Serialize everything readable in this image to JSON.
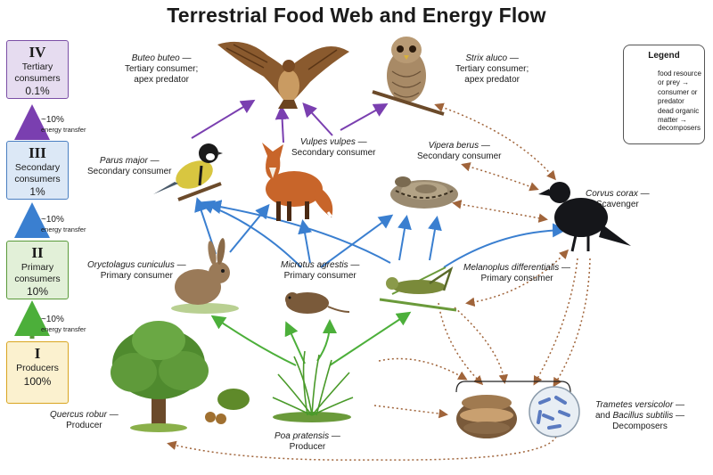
{
  "title": "Terrestrial Food Web and Energy Flow",
  "levels": [
    {
      "numeral": "IV",
      "name": "Tertiary consumers",
      "percent": "0.1%",
      "color": "#7b4fa6",
      "fill": "#e6dcf0"
    },
    {
      "numeral": "III",
      "name": "Secondary consumers",
      "percent": "1%",
      "color": "#4a7fc1",
      "fill": "#dce8f6"
    },
    {
      "numeral": "II",
      "name": "Primary consumers",
      "percent": "10%",
      "color": "#5a9a3a",
      "fill": "#e2f0d8"
    },
    {
      "numeral": "I",
      "name": "Producers",
      "percent": "100%",
      "color": "#d9a520",
      "fill": "#fbf1cf"
    }
  ],
  "efficiency": [
    {
      "value": "~10%",
      "note": "energy transfer"
    },
    {
      "value": "~10%",
      "note": "energy transfer"
    },
    {
      "value": "~10%",
      "note": "energy transfer"
    }
  ],
  "species": {
    "buteo": {
      "name": "Buteo buteo",
      "role1": "Tertiary consumer;",
      "role2": "apex predator"
    },
    "strix": {
      "name": "Strix aluco",
      "role1": "Tertiary consumer;",
      "role2": "apex predator"
    },
    "parus": {
      "name": "Parus major",
      "role1": "Secondary consumer"
    },
    "vulpes": {
      "name": "Vulpes vulpes",
      "role1": "Secondary consumer"
    },
    "vipera": {
      "name": "Vipera berus",
      "role1": "Secondary consumer"
    },
    "corvus": {
      "name": "Corvus corax",
      "role1": "Scavenger"
    },
    "oryctolagus": {
      "name": "Oryctolagus cuniculus",
      "role1": "Primary consumer"
    },
    "microtus": {
      "name": "Microtus agrestis",
      "role1": "Primary consumer"
    },
    "melanoplus": {
      "name": "Melanoplus differentialis",
      "role1": "Primary consumer"
    },
    "quercus": {
      "name": "Quercus robur",
      "role1": "Producer"
    },
    "poa": {
      "name": "Poa pratensis",
      "role1": "Producer"
    },
    "decomposers": {
      "name": "Trametes versicolor",
      "and": "and",
      "name2": "Bacillus subtilis",
      "role1": "Decomposers"
    }
  },
  "legend": {
    "title": "Legend",
    "items": [
      {
        "text": "food resource",
        "color": "#3a7fd0"
      },
      {
        "text": "or prey →",
        "color": "#4caf3a"
      },
      {
        "text": "consumer or predator",
        "color": "#7a3fb0"
      },
      {
        "text": "dead organic matter → decomposers",
        "color": "#a0643a"
      }
    ]
  },
  "colors": {
    "blue": "#3a7fd0",
    "green": "#4caf3a",
    "purple": "#7a3fb0",
    "brown": "#a0643a"
  }
}
